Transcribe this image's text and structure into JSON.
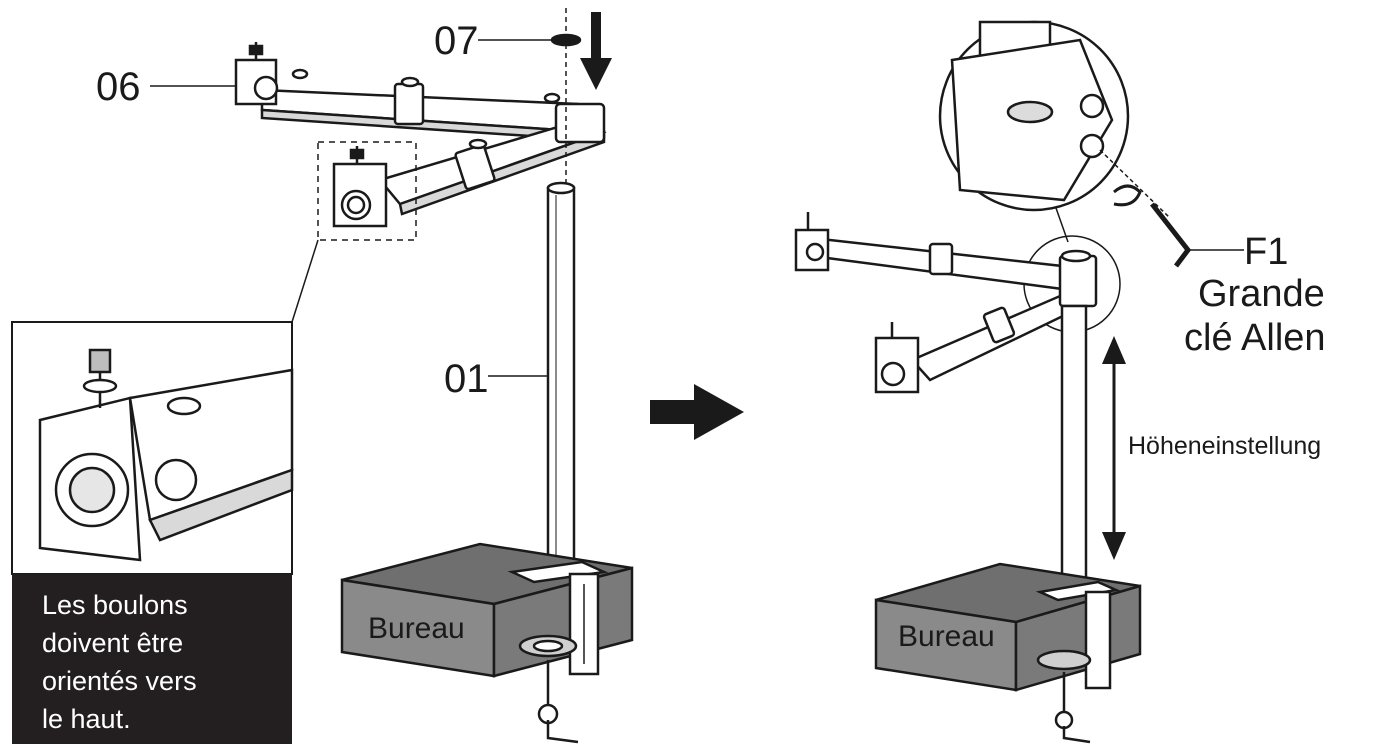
{
  "labels": {
    "part_06": "06",
    "part_07": "07",
    "part_01": "01",
    "tool_f1": "F1",
    "tool_line1": "Grande",
    "tool_line2": "clé Allen",
    "height_adjust": "Höheneinstellung",
    "desk_left": "Bureau",
    "desk_right": "Bureau"
  },
  "note": {
    "lines": [
      "Les boulons",
      "doivent être",
      "orientés vers",
      "le haut."
    ]
  },
  "colors": {
    "ink": "#1a1a1a",
    "desk_fill": "#8a8a8a",
    "desk_top": "#6f6f6f",
    "note_bg": "#231f20"
  }
}
